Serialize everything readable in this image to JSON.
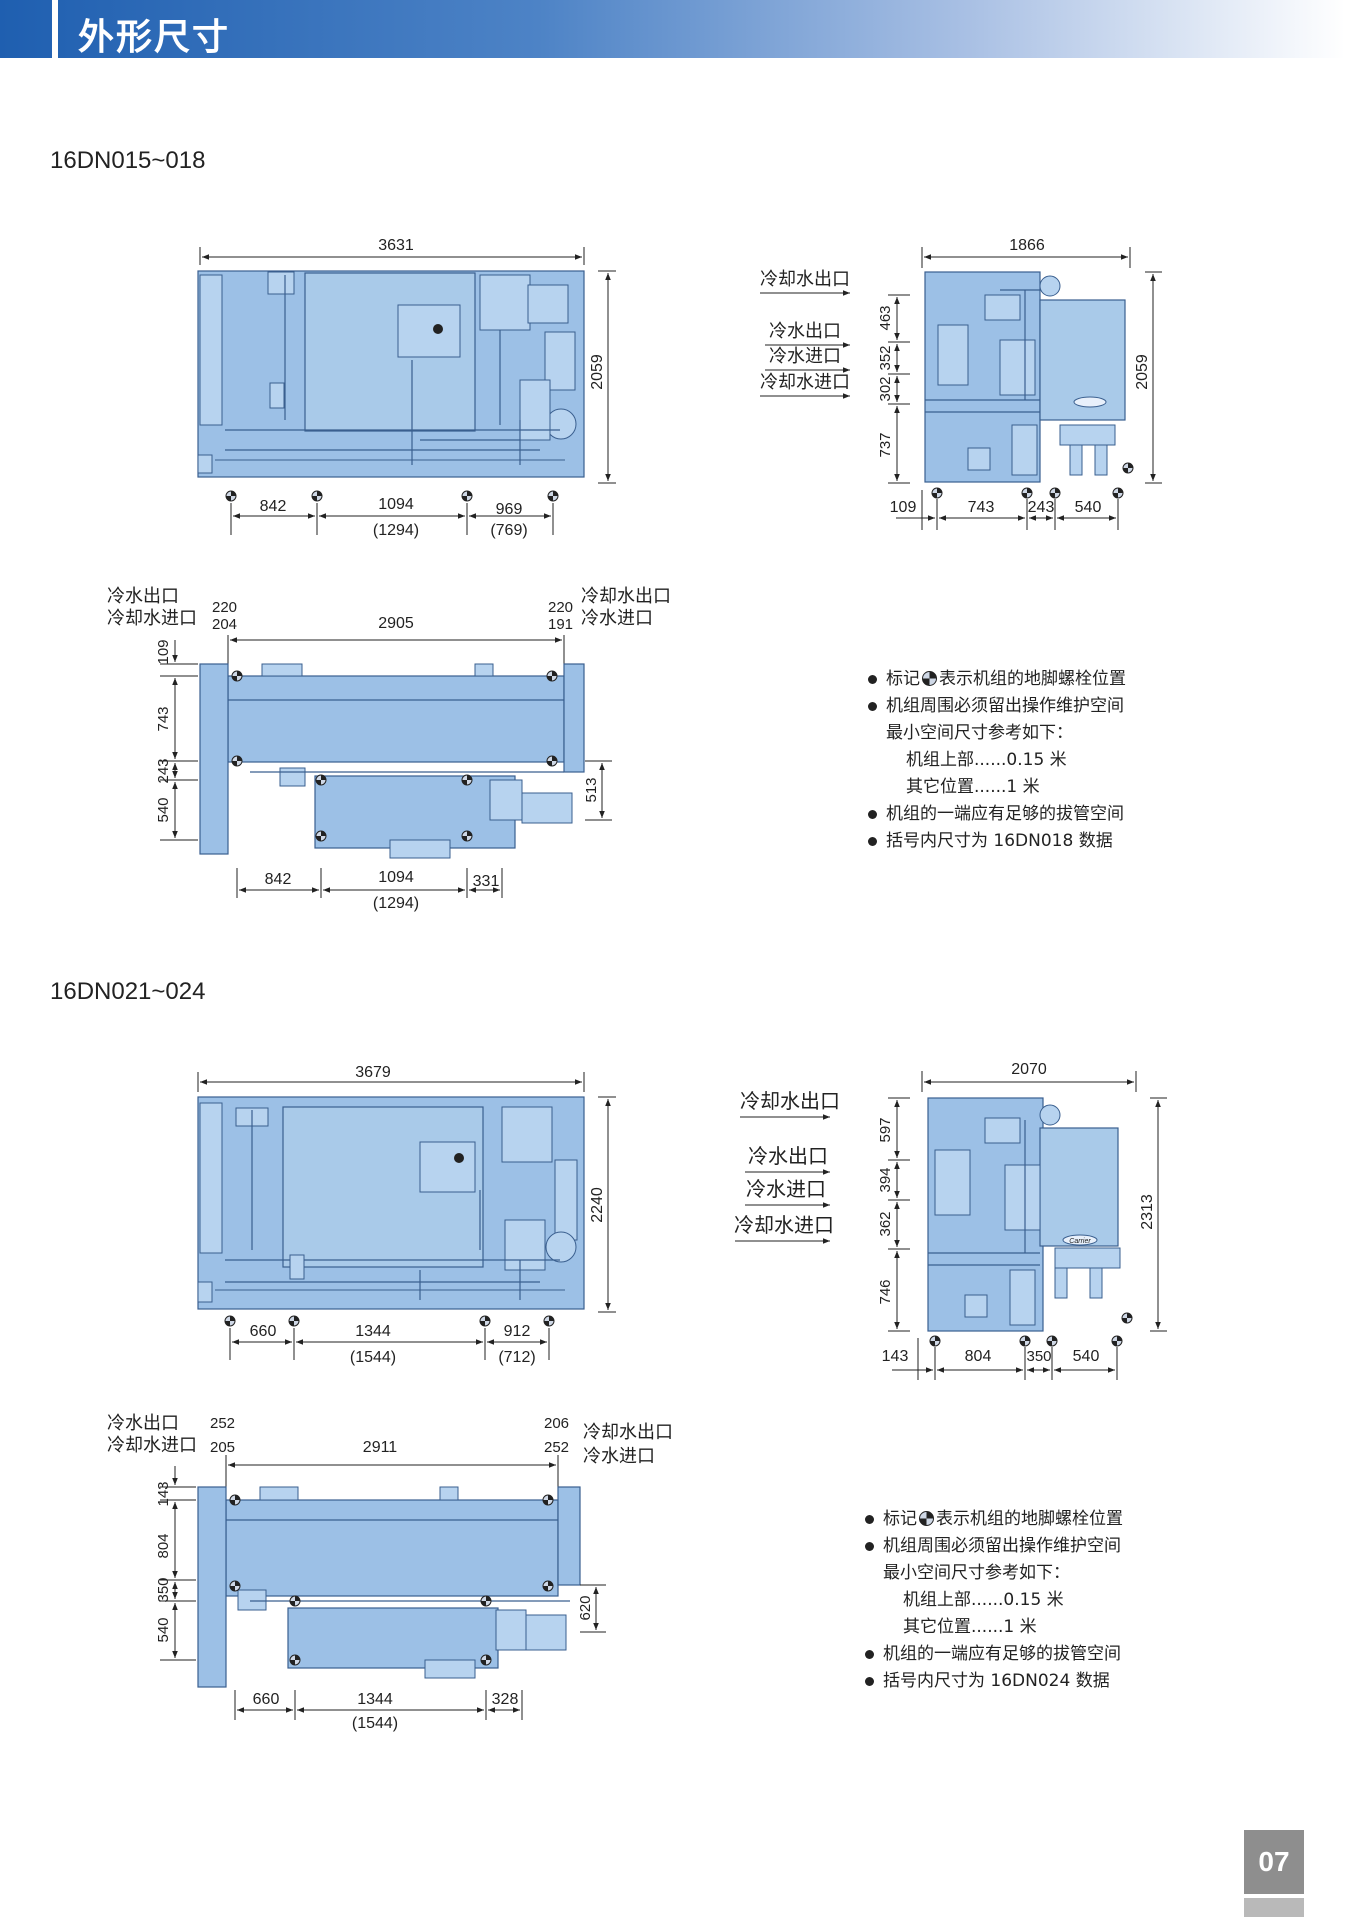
{
  "header": {
    "title": "外形尺寸"
  },
  "page_number": "07",
  "sections": [
    {
      "model": "16DN015~018",
      "front": {
        "width": "3631",
        "height": "2059",
        "bottom": [
          "842",
          "1094",
          "969"
        ],
        "bottom_alt": [
          "(1294)",
          "(769)"
        ]
      },
      "side": {
        "width": "1866",
        "height": "2059",
        "left": [
          "463",
          "352",
          "302",
          "737"
        ],
        "bottom": [
          "109",
          "743",
          "243",
          "540"
        ],
        "labels": [
          "冷却水出口",
          "冷水出口",
          "冷水进口",
          "冷却水进口"
        ]
      },
      "plan": {
        "left_labels": [
          "冷水出口",
          "冷却水进口"
        ],
        "right_labels": [
          "冷却水出口",
          "冷水进口"
        ],
        "top_left": [
          "220",
          "204"
        ],
        "top_right": [
          "220",
          "191"
        ],
        "top_span": "2905",
        "left": [
          "109",
          "743",
          "243",
          "540"
        ],
        "right": "513",
        "bottom": [
          "842",
          "1094",
          "331"
        ],
        "bottom_alt": "(1294)"
      },
      "notes": [
        "标记",
        "表示机组的地脚螺栓位置",
        "机组周围必须留出操作维护空间",
        "最小空间尺寸参考如下：",
        "机组上部......0.15 米",
        "其它位置......1 米",
        "机组的一端应有足够的拔管空间",
        "括号内尺寸为 16DN018 数据"
      ]
    },
    {
      "model": "16DN021~024",
      "front": {
        "width": "3679",
        "height": "2240",
        "bottom": [
          "660",
          "1344",
          "912"
        ],
        "bottom_alt": [
          "(1544)",
          "(712)"
        ]
      },
      "side": {
        "width": "2070",
        "height": "2313",
        "left": [
          "597",
          "394",
          "362",
          "746"
        ],
        "bottom": [
          "143",
          "804",
          "350",
          "540"
        ],
        "labels": [
          "冷却水出口",
          "冷水出口",
          "冷水进口",
          "冷却水进口"
        ]
      },
      "plan": {
        "left_labels": [
          "冷水出口",
          "冷却水进口"
        ],
        "right_labels": [
          "冷却水出口",
          "冷水进口"
        ],
        "top_left": [
          "252",
          "205"
        ],
        "top_right": [
          "206",
          "252"
        ],
        "top_span": "2911",
        "left": [
          "143",
          "804",
          "350",
          "540"
        ],
        "right": "620",
        "bottom": [
          "660",
          "1344",
          "328"
        ],
        "bottom_alt": "(1544)"
      },
      "notes": [
        "标记",
        "表示机组的地脚螺栓位置",
        "机组周围必须留出操作维护空间",
        "最小空间尺寸参考如下：",
        "机组上部......0.15 米",
        "其它位置......1 米",
        "机组的一端应有足够的拔管空间",
        "括号内尺寸为 16DN024 数据"
      ],
      "logo_text": "Carrier"
    }
  ]
}
